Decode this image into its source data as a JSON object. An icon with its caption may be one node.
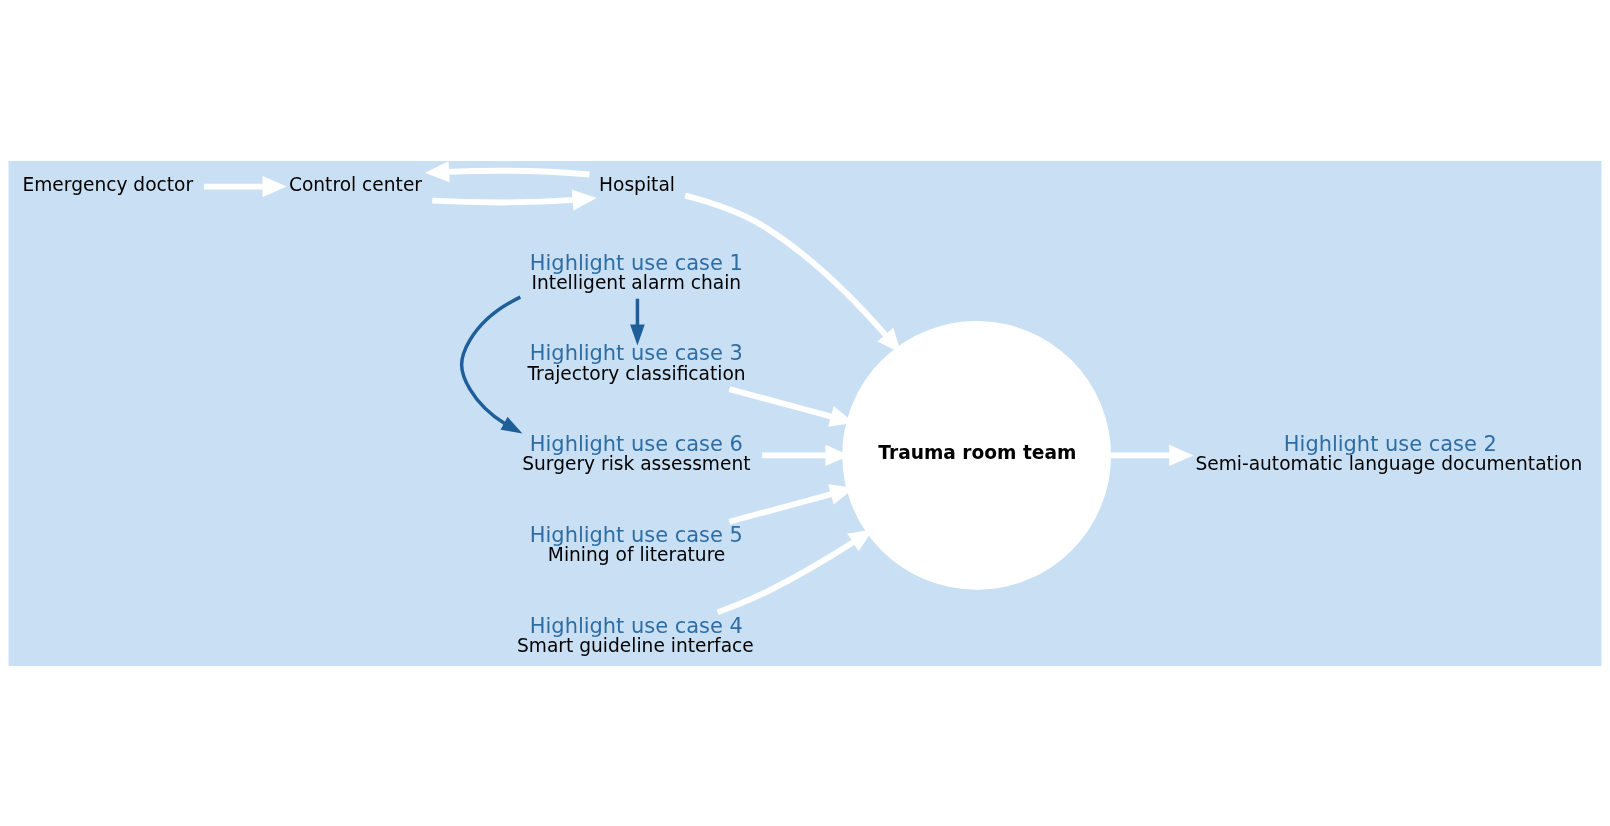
{
  "diagram": {
    "nodes": [
      {
        "text": [
          "Emergency doctor"
        ]
      },
      {
        "text": [
          "Control center"
        ]
      },
      {
        "text": [
          "Hospital"
        ]
      },
      {
        "text": [
          "Trauma room team"
        ]
      },
      {
        "text": [
          "Highlight use case 6",
          "Surgery risk assessment"
        ]
      },
      {
        "text": [
          "Highlight use case 5",
          "Mining of literature"
        ]
      },
      {
        "text": [
          "Highlight use case 2",
          "Semi-automatic language documentation"
        ]
      },
      {
        "text": [
          "Highlight use case 1",
          "Intelligent alarm chain"
        ]
      },
      {
        "text": [
          "Highlight use case 3",
          "Trajectory classification"
        ]
      },
      {
        "text": [
          "Highlight use case 4",
          "Smart guideline interface"
        ]
      }
    ],
    "edges": [
      {
        "from": 0,
        "to": 1,
        "arrow": "to"
      },
      {
        "from": 1,
        "to": 2,
        "arrow": "to"
      },
      {
        "from": 2,
        "to": 1,
        "arrow": "to"
      },
      {
        "from": 2,
        "to": 3,
        "arrow": "to"
      },
      {
        "from": 4,
        "to": 3,
        "arrow": "to"
      },
      {
        "from": 5,
        "to": 3,
        "arrow": "to"
      },
      {
        "from": 3,
        "to": 6,
        "arrow": "to"
      },
      {
        "from": 7,
        "to": 4,
        "arrow": "to",
        "color": "#1f5f99"
      },
      {
        "from": 7,
        "to": 8,
        "arrow": "to",
        "color": "#1f5f99"
      },
      {
        "from": 8,
        "to": 3,
        "arrow": "to"
      },
      {
        "from": 9,
        "to": 3,
        "arrow": "to"
      }
    ]
  }
}
